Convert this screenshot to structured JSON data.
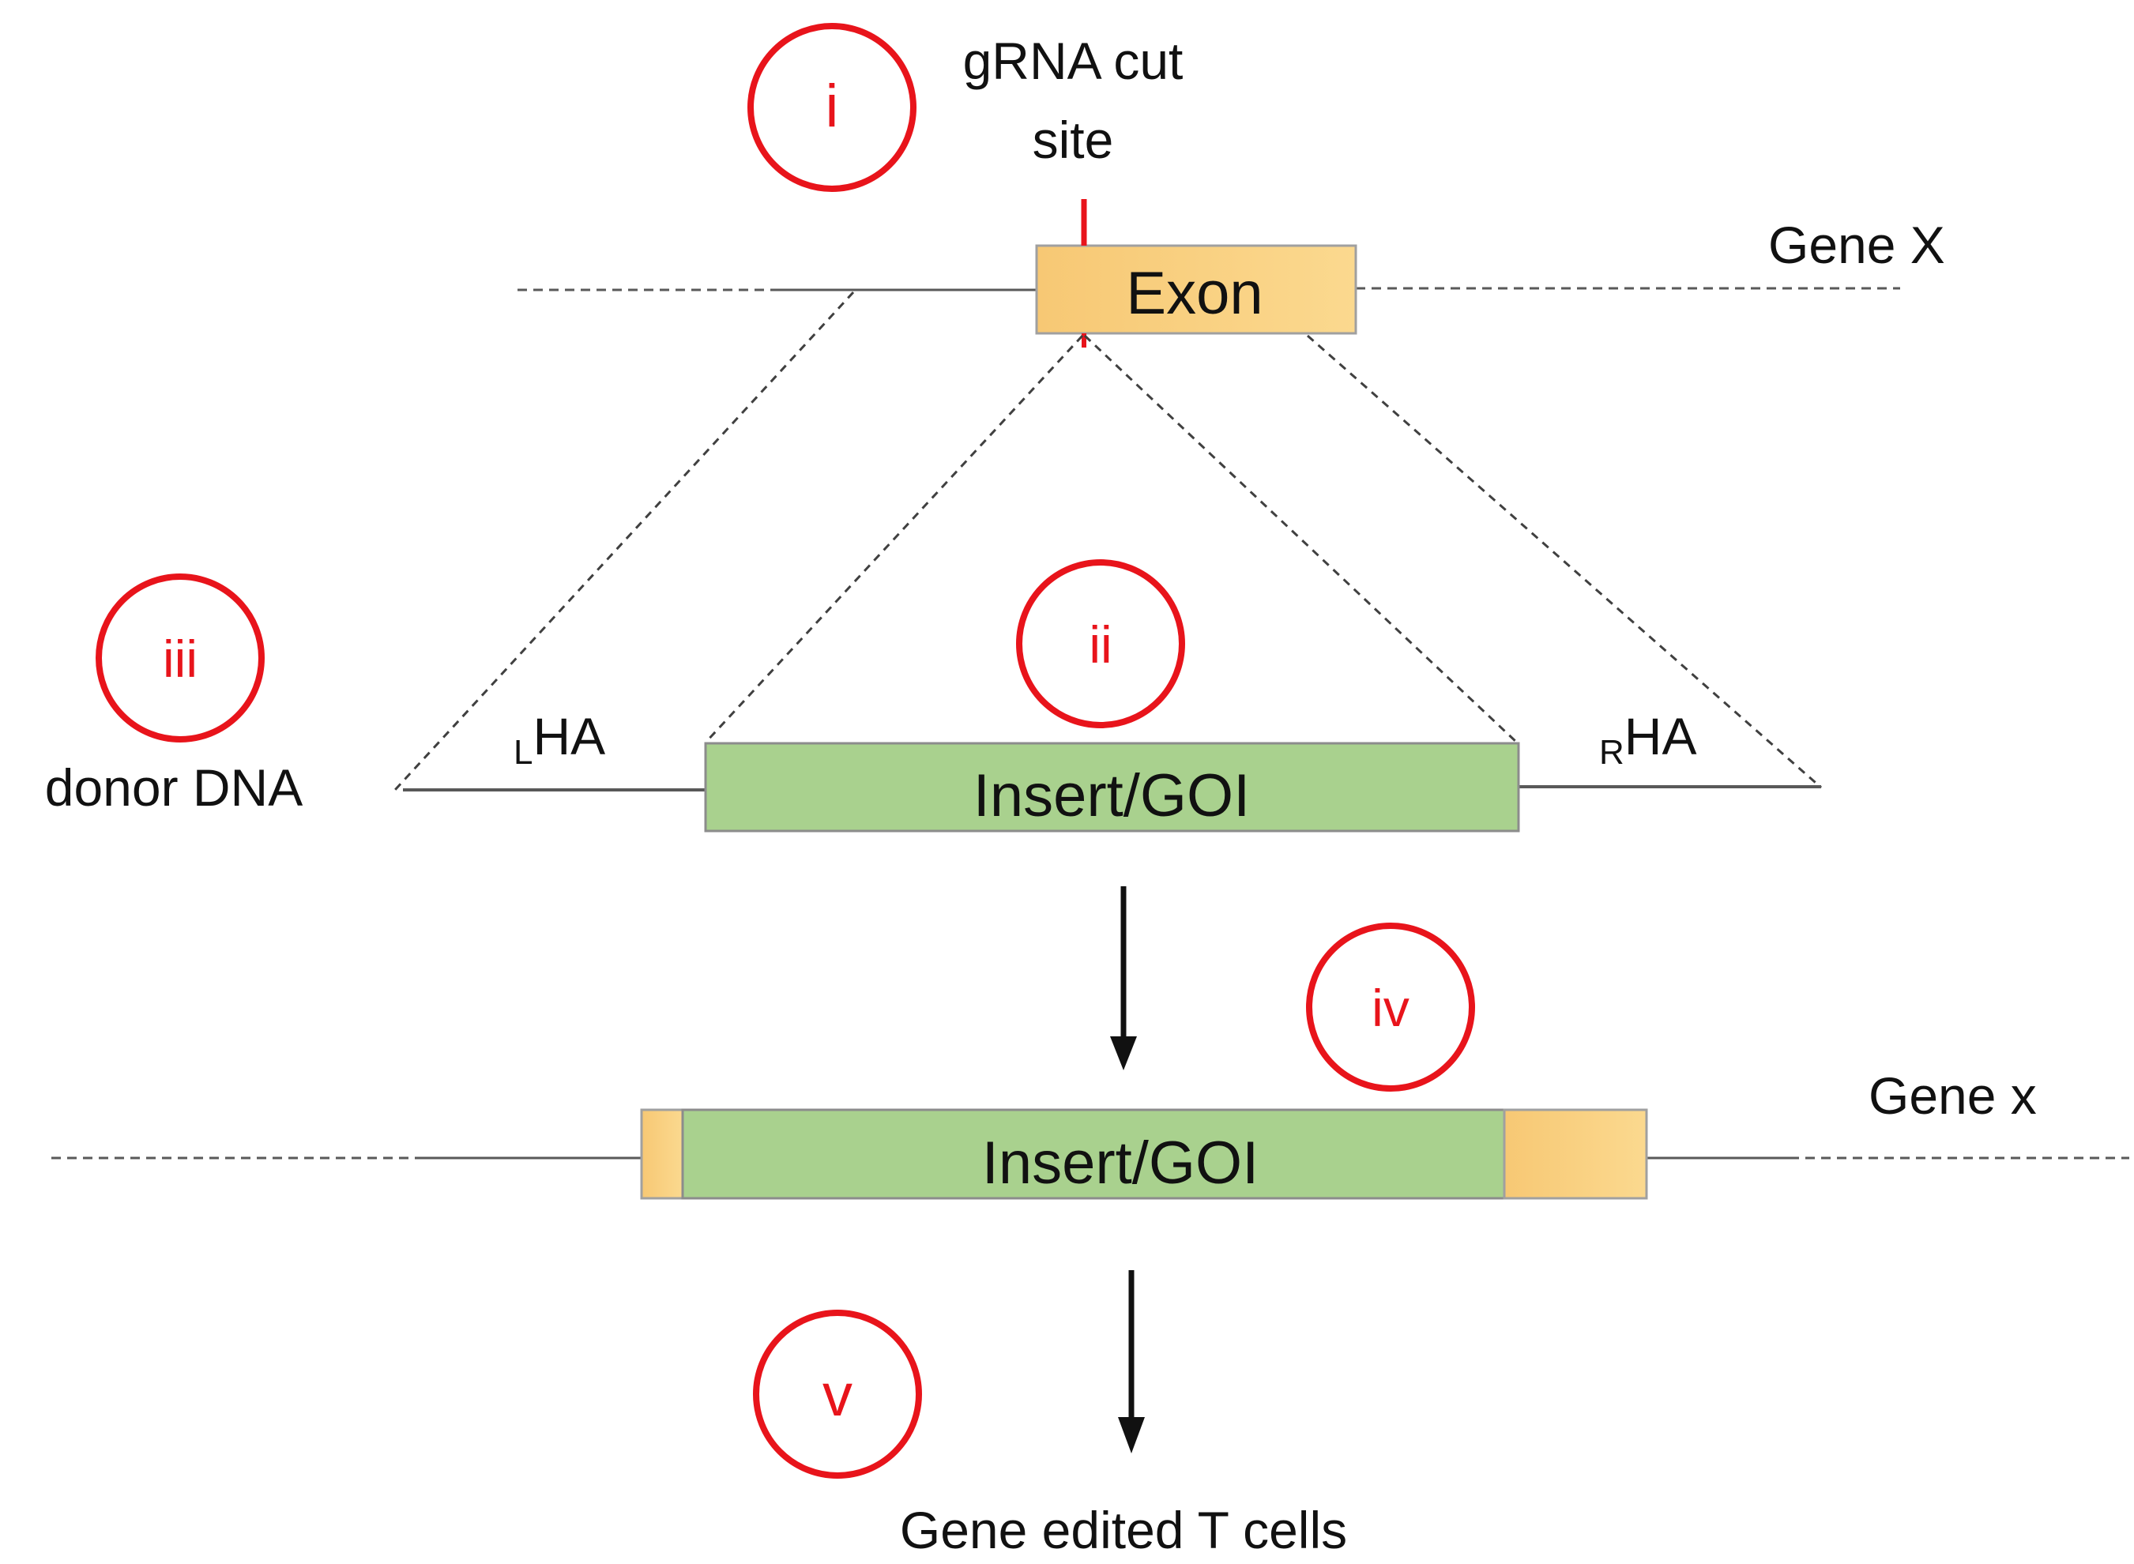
{
  "colors": {
    "exon_fill": "#F9D07E",
    "exon_stroke": "#A0A0A0",
    "insert_fill": "#A9D18E",
    "marker_red": "#E8141B",
    "line_grey": "#595959",
    "text_black": "#111111"
  },
  "labels": {
    "grna_cut_line1": "gRNA cut",
    "grna_cut_line2": "site",
    "gene_x_top": "Gene X",
    "exon": "Exon",
    "donor_dna": "donor DNA",
    "left_ha_sub": "L",
    "left_ha_main": "HA",
    "right_ha_sub": "R",
    "right_ha_main": "HA",
    "insert_donor": "Insert/GOI",
    "insert_edited": "Insert/GOI",
    "gene_x_bottom": "Gene x",
    "result": "Gene edited T cells"
  },
  "steps": {
    "i": "i",
    "ii": "ii",
    "iii": "iii",
    "iv": "iv",
    "v": "v"
  },
  "icons": [
    "down-arrow-icon",
    "down-arrow-icon"
  ]
}
